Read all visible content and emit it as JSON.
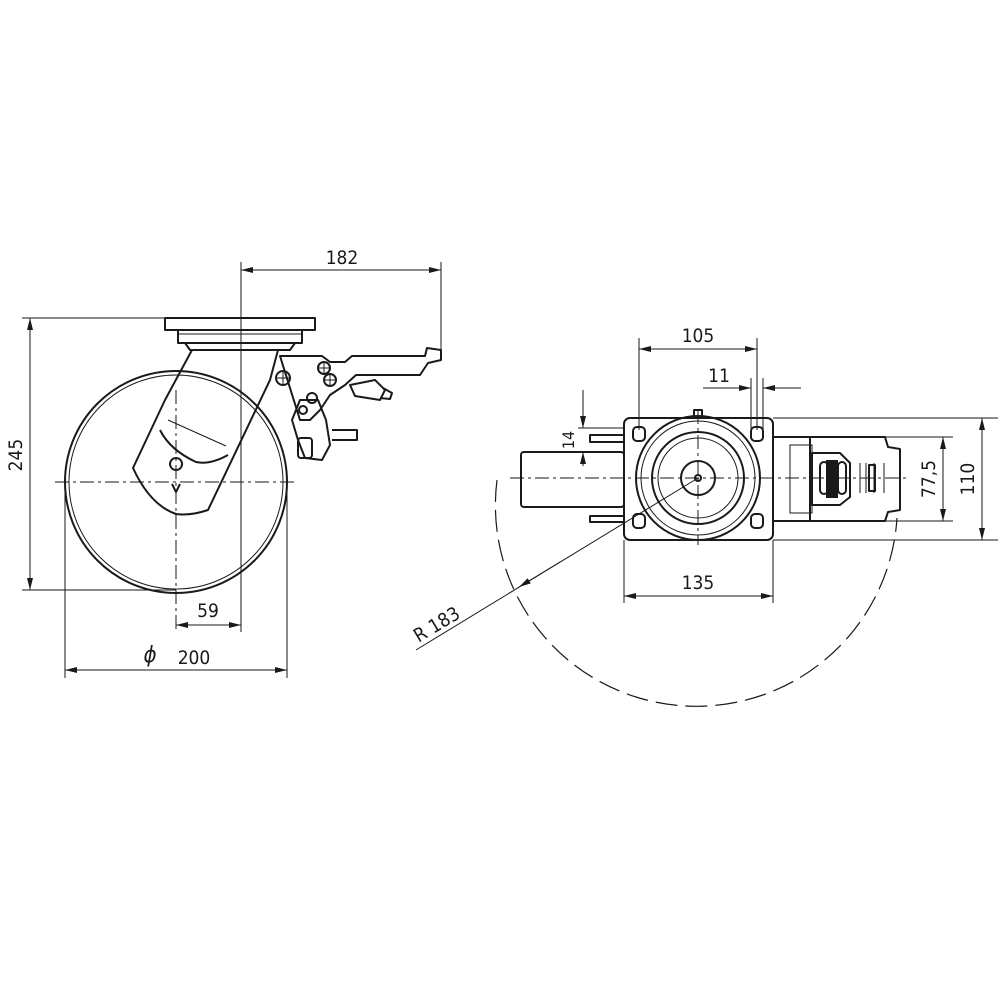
{
  "drawing": {
    "side_view": {
      "dimensions": {
        "brake_reach": "182",
        "overall_height": "245",
        "swivel_offset": "59",
        "wheel_diameter_symbol": "ϕ",
        "wheel_diameter": "200"
      }
    },
    "top_view": {
      "dimensions": {
        "bolt_spacing_x": "105",
        "bolt_hole": "11",
        "slot_offset": "14",
        "plate_length": "135",
        "bolt_spacing_y": "77,5",
        "plate_width": "110",
        "swivel_radius": "R 183"
      }
    }
  },
  "colors": {
    "line": "#1a1a1a",
    "background": "#ffffff"
  }
}
